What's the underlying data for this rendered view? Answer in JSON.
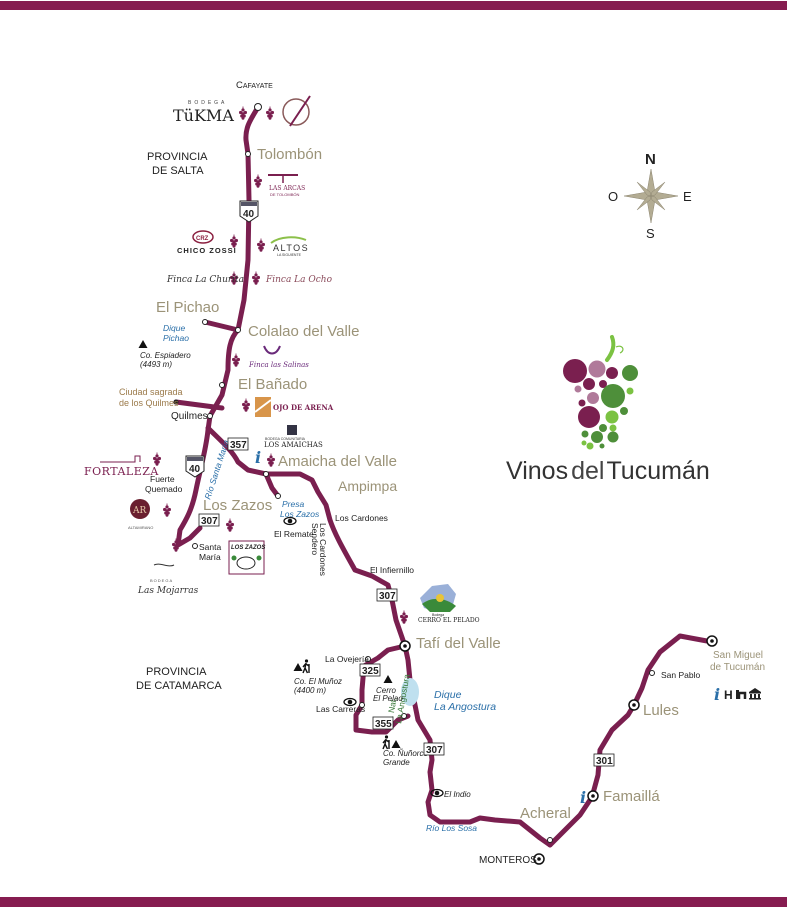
{
  "map": {
    "title": "Vinos del Tucumán",
    "title_part1": "Vinos",
    "title_part2": "del",
    "title_part3": "Tucumán",
    "colors": {
      "frame": "#861c50",
      "road": "#7a1f4f",
      "town_label": "#9b9378",
      "water_label": "#2a6fa8",
      "logo_purple": "#7a1f4f",
      "logo_mauve": "#b07a9a",
      "logo_green": "#4e8f3a",
      "logo_lime": "#7bc242"
    }
  },
  "compass": {
    "north": "N",
    "south": "S",
    "east": "E",
    "west": "O"
  },
  "provinces": {
    "salta": [
      "PROVINCIA",
      "DE SALTA"
    ],
    "catamarca": [
      "PROVINCIA",
      "DE CATAMARCA"
    ]
  },
  "towns": {
    "cafayate": "Cafayate",
    "tolombon": "Tolombón",
    "el_pichao": "El Pichao",
    "colalao": "Colalao del Valle",
    "el_banado": "El Bañado",
    "quilmes": "Quilmes",
    "amaicha": "Amaicha del Valle",
    "ampimpa": "Ampimpa",
    "los_zazos": "Los Zazos",
    "fuerte_quemado": [
      "Fuerte",
      "Quemado"
    ],
    "santa_maria": [
      "Santa",
      "María"
    ],
    "el_remate": "El Remate",
    "los_cardones": "Los Cardones",
    "el_infiernillo": "El Infiernillo",
    "tafi": "Tafí del Valle",
    "la_ovejeria": "La Ovejería",
    "las_carreras": "Las Carreras",
    "el_indio": "El Indio",
    "acheral": "Acheral",
    "monteros": "MONTEROS",
    "famailla": "Famaillá",
    "lules": "Lules",
    "san_pablo": "San Pablo",
    "san_miguel": [
      "San Miguel",
      "de Tucumán"
    ]
  },
  "sacred_city": [
    "Ciudad sagrada",
    "de los Quilmes"
  ],
  "water": {
    "dique_pichao": [
      "Dique",
      "Pichao"
    ],
    "rio_santa_maria": "Río Santa María",
    "presa_los_zazos": [
      "Presa",
      "Los Zazos"
    ],
    "dique_angostura": [
      "Dique",
      "La Angostura"
    ],
    "rio_los_sosa": "Río Los Sosa"
  },
  "peaks": {
    "espiadero": [
      "Co. Espiadero",
      "(4493 m)"
    ],
    "el_muñoz": [
      "Co. El Muñoz",
      "(4400 m)"
    ],
    "cerro_pelao": [
      "Cerro",
      "El Pelao"
    ],
    "nuñorco": [
      "Co. Ñuñorco",
      "Grande"
    ]
  },
  "reserve": [
    "R. Nat.",
    "La Angostura"
  ],
  "sendero": [
    "Sendero",
    "Los Cardones"
  ],
  "routes": [
    "40",
    "40",
    "357",
    "307",
    "307",
    "325",
    "355",
    "307",
    "301"
  ],
  "wineries": {
    "tukma": "TüKMA",
    "tukma_sub": "BODEGA",
    "las_arcas": "LAS ARCAS",
    "las_arcas_sub": "DE TOLOMBÓN",
    "chico_zossi": "CHICO ZOSSI",
    "altos": "ALTOS",
    "altos_sub": "LA SIGUIENTE",
    "finca_la_churita": "Finca La Churita",
    "finca_la_ocho": "Finca La Ocho",
    "finca_las_salinas": "Finca las Salinas",
    "ojo_de_arena": "OJO DE ARENA",
    "los_amaichas": "LOS AMAICHAS",
    "los_amaichas_sub": "BODEGA COMUNITARIA",
    "fortaleza": "FORTALEZA",
    "altamirano": "AR",
    "altamirano_sub": "ALTAMIRANO",
    "los_zazos": "LOS ZAZOS",
    "las_mojarras": "Las Mojarras",
    "las_mojarras_sub": "BODEGA",
    "cerro_el_pelado": "CERRO EL PELADO",
    "cerro_el_pelado_sub": "Bodega"
  },
  "legend_icons": [
    "info-icon",
    "hotel-icon",
    "lodging-icon",
    "museum-icon"
  ],
  "legend_text": {
    "h": "H"
  }
}
